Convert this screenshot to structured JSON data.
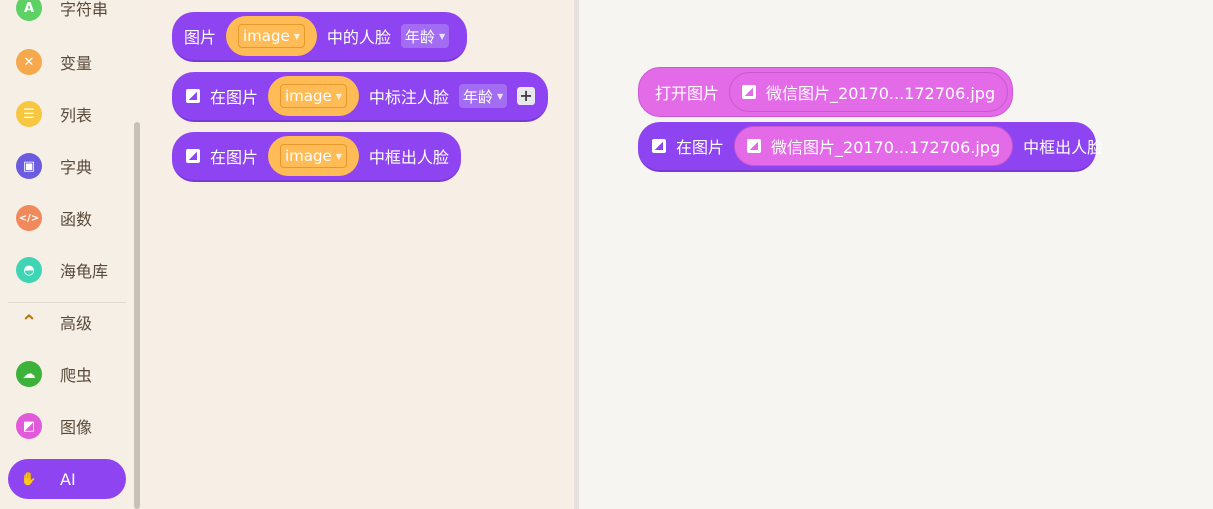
{
  "sidebar": {
    "categories": [
      {
        "label": "字符串",
        "icon": "string-icon",
        "color": "#5ed164"
      },
      {
        "label": "变量",
        "icon": "variable-icon",
        "color": "#f5a94c"
      },
      {
        "label": "列表",
        "icon": "list-icon",
        "color": "#f8c742"
      },
      {
        "label": "字典",
        "icon": "dictionary-icon",
        "color": "#6a5be0"
      },
      {
        "label": "函数",
        "icon": "function-icon",
        "color": "#f08a5d"
      },
      {
        "label": "海龟库",
        "icon": "turtle-icon",
        "color": "#3fd5b4"
      },
      {
        "label": "高级",
        "icon": "chevron-up-icon",
        "color": "#b8760f"
      },
      {
        "label": "爬虫",
        "icon": "spider-icon",
        "color": "#3db23a"
      },
      {
        "label": "图像",
        "icon": "image-icon",
        "color": "#e05ad9"
      },
      {
        "label": "AI",
        "icon": "ai-brain-icon",
        "color": "#8e44f0"
      }
    ]
  },
  "flyout": {
    "block1": {
      "lead": "图片",
      "var": "image",
      "mid": "中的人脸",
      "option": "年龄"
    },
    "block2": {
      "lead": "在图片",
      "var": "image",
      "mid": "中标注人脸",
      "option": "年龄",
      "plus": "+"
    },
    "block3": {
      "lead": "在图片",
      "var": "image",
      "mid": "中框出人脸"
    }
  },
  "workspace": {
    "open_block": {
      "label": "打开图片",
      "file": "微信图片_20170...172706.jpg"
    },
    "frame_block": {
      "lead": "在图片",
      "file": "微信图片_20170...172706.jpg",
      "tail": "中框出人脸"
    }
  },
  "colors": {
    "accent": "#8e44f0",
    "image_block": "#e46be8",
    "variable": "#ffbb55"
  }
}
